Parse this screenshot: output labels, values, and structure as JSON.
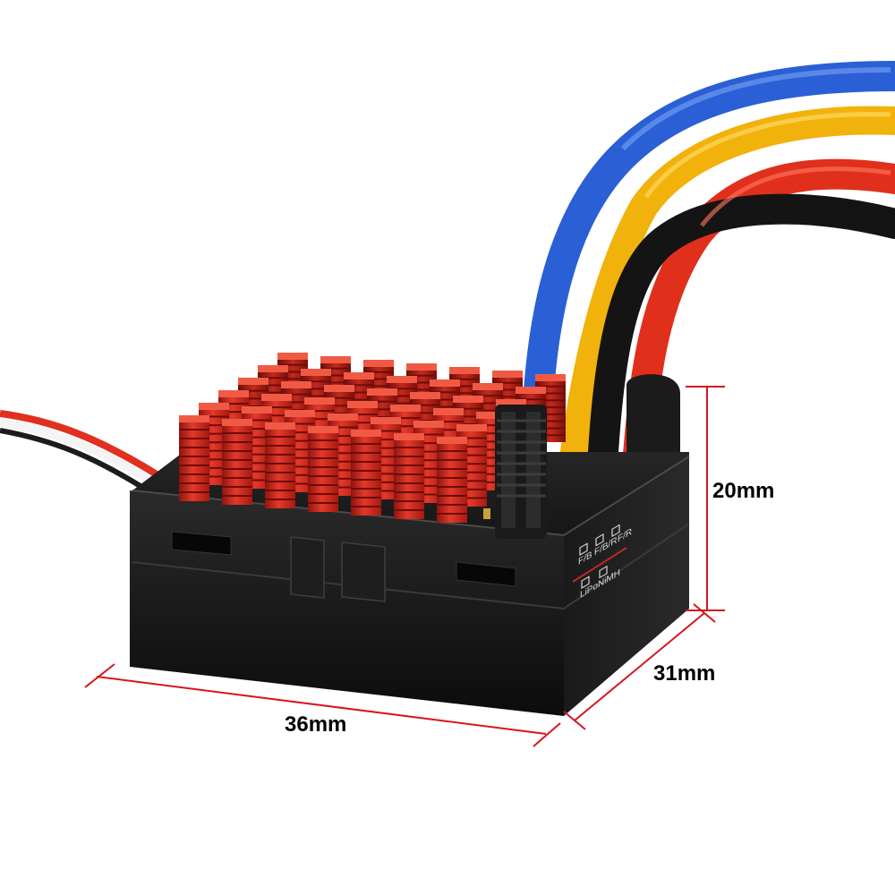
{
  "product": {
    "dimensions": {
      "length": "36mm",
      "width": "31mm",
      "height": "20mm"
    },
    "mode_labels": {
      "fb": "F/B",
      "fbr": "F/B/R",
      "fr": "F/R",
      "lipo": "LiPo",
      "nimh": "NiMH"
    }
  },
  "colors": {
    "dimension_line": "#d7151d",
    "heatsink": "#d42a1e",
    "body": "#151515",
    "wire_blue": "#2a5fd6",
    "wire_yellow": "#f2b20c",
    "wire_red": "#e0301c",
    "wire_black": "#141414"
  }
}
